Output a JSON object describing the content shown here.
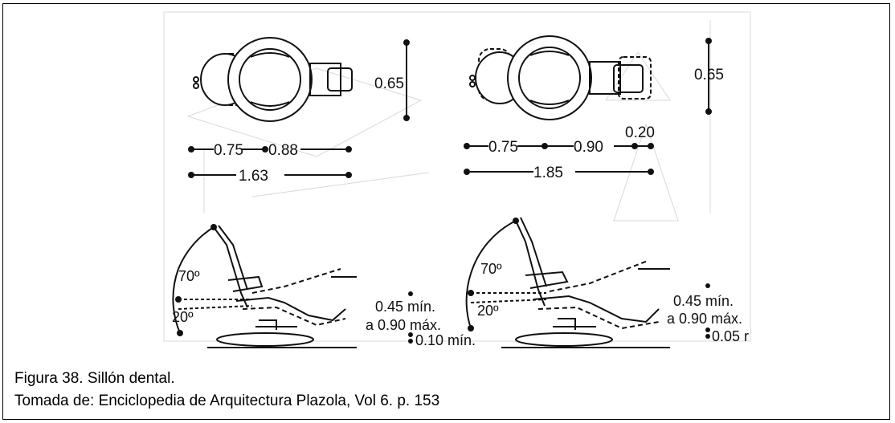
{
  "diagram": {
    "left_chair": {
      "dims": {
        "width": "0.65",
        "seg_a": "0.75",
        "seg_b": "0.88",
        "total": "1.63"
      },
      "angles": {
        "back": "70º",
        "seat": "20º"
      },
      "heights": {
        "seat_range_1": "0.45 mín.",
        "seat_range_2": "a 0.90 máx.",
        "base": "0.10 mín."
      }
    },
    "right_chair": {
      "dims": {
        "width": "0.65",
        "seg_a": "0.75",
        "seg_b": "0.90",
        "seg_c": "0.20",
        "total": "1.85"
      },
      "angles": {
        "back": "70º",
        "seat": "20º"
      },
      "heights": {
        "seat_range_1": "0.45 mín.",
        "seat_range_2": "a 0.90 máx.",
        "base": "0.05 r"
      }
    }
  },
  "caption": {
    "line1": "Figura 38.  Sillón dental.",
    "line2": "Tomada de: Enciclopedia de Arquitectura Plazola, Vol 6. p. 153"
  }
}
